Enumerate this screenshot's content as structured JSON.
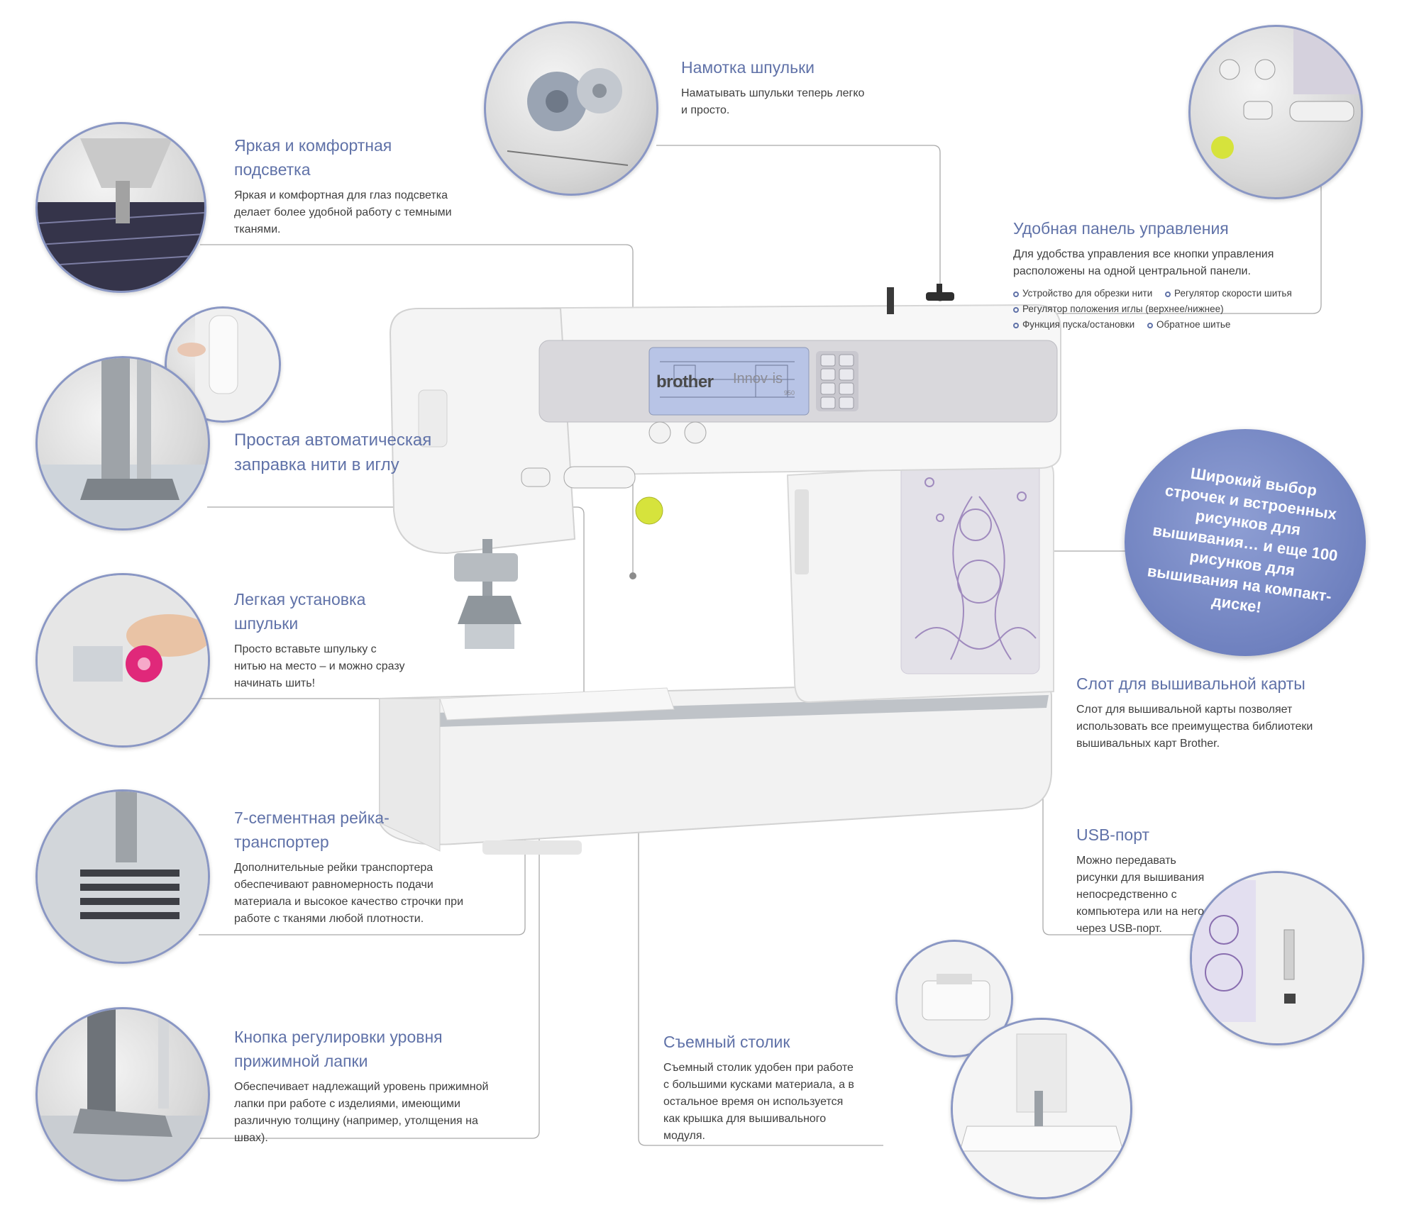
{
  "features": {
    "bobbin_winding": {
      "title": "Намотка шпульки",
      "desc": "Наматывать шпульки теперь легко и просто."
    },
    "lighting": {
      "title": "Яркая и комфортная подсветка",
      "desc": "Яркая и комфортная для глаз подсветка делает более удобной работу с темными тканями."
    },
    "control_panel": {
      "title": "Удобная панель управления",
      "desc": "Для удобства управления все кнопки управления расположены на одной центральной панели.",
      "bullets": [
        "Устройство для обрезки нити",
        "Регулятор скорости шитья",
        "Регулятор положения иглы (верхнее/нижнее)",
        "Функция пуска/остановки",
        "Обратное шитье"
      ]
    },
    "threading": {
      "title": "Простая автоматическая заправка нити в иглу"
    },
    "bobbin_install": {
      "title": "Легкая установка шпульки",
      "desc": "Просто вставьте шпульку с нитью на место – и можно сразу начинать шить!"
    },
    "card_slot": {
      "title": "Слот для вышивальной карты",
      "desc": "Слот для вышивальной карты позволяет использовать все преимущества библиотеки вышивальных карт Brother."
    },
    "feed_dogs": {
      "title": "7-сегментная рейка-транспортер",
      "desc": "Дополнительные рейки транспортера обеспечивают равномерность подачи материала и высокое качество строчки при работе с тканями любой плотности."
    },
    "usb": {
      "title": "USB-порт",
      "desc": "Можно передавать рисунки для вышивания непосредственно с компьютера или на него через USB-порт."
    },
    "presser_foot": {
      "title": "Кнопка регулировки уровня прижимной лапки",
      "desc": "Обеспечивает надлежащий уровень прижимной лапки при работе с изделиями, имеющими различную толщину (например, утолщения на швах)."
    },
    "table": {
      "title": "Съемный столик",
      "desc": "Съемный столик удобен при работе с большими кусками материала, а в остальное время он используется как крышка для вышивального модуля."
    }
  },
  "promo": {
    "text": "Широкий выбор строчек и встроенных рисунков для вышивания… и еще 100 рисунков для вышивания на компакт-диске!"
  },
  "machine": {
    "brand": "brother",
    "model": "Innov-is",
    "model_number": "950"
  },
  "colors": {
    "accent": "#6072a8",
    "bubble_border": "#8a97c4",
    "promo_bg": "#6f81bf",
    "embroidery": "#8a6fb0"
  }
}
